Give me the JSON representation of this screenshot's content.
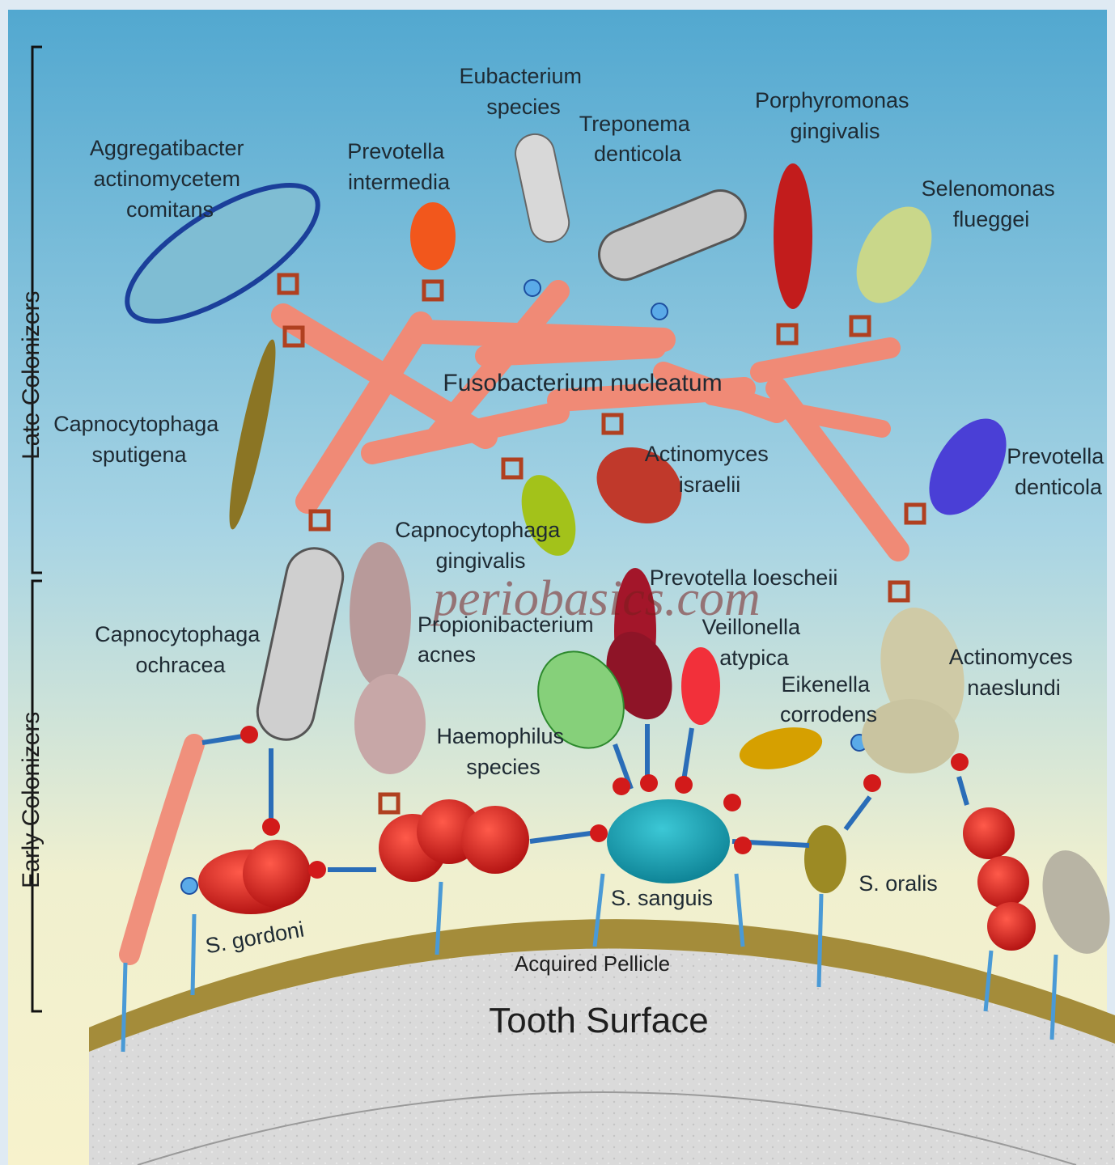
{
  "section_labels": {
    "late": "Late Colonizers",
    "early": "Early Colonizers"
  },
  "surfaces": {
    "pellicle": "Acquired Pellicle",
    "tooth": "Tooth Surface"
  },
  "watermark": "periobasics.com",
  "labels": {
    "aggregatibacter": [
      "Aggregatibacter",
      "actinomycetem",
      "comitans"
    ],
    "prevotella_intermedia": [
      "Prevotella",
      "intermedia"
    ],
    "eubacterium": [
      "Eubacterium",
      "species"
    ],
    "treponema": [
      "Treponema",
      "denticola"
    ],
    "porphyromonas": [
      "Porphyromonas",
      "gingivalis"
    ],
    "selenomonas": [
      "Selenomonas",
      "flueggei"
    ],
    "fusobacterium": [
      "Fusobacterium nucleatum"
    ],
    "capno_sputigena": [
      "Capnocytophaga",
      "sputigena"
    ],
    "actino_israelii": [
      "Actinomyces",
      "israelii"
    ],
    "prevotella_denticola": [
      "Prevotella",
      "denticola"
    ],
    "capno_gingivalis": [
      "Capnocytophaga",
      "gingivalis"
    ],
    "prevotella_loescheii": [
      "Prevotella loescheii"
    ],
    "capno_ochracea": [
      "Capnocytophaga",
      "ochracea"
    ],
    "propionibacterium": [
      "Propionibacterium",
      "acnes"
    ],
    "veillonella": [
      "Veillonella",
      "atypica"
    ],
    "eikenella": [
      "Eikenella",
      "corrodens"
    ],
    "actino_naeslundi": [
      "Actinomyces",
      "naeslundi"
    ],
    "haemophilus": [
      "Haemophilus",
      "species"
    ],
    "s_sanguis": [
      "S. sanguis"
    ],
    "s_oralis": [
      "S. oralis"
    ],
    "s_gordoni": [
      "S. gordoni"
    ]
  },
  "colors": {
    "sky_top": "#5aaed3",
    "sky_bottom": "#f4efc6",
    "pellicle": "#a08a3a",
    "tooth": "#d9d9d9",
    "fusobacterium": "#f0907c",
    "streptococcus": "#d8211e",
    "adhesin": "#b04020",
    "receptor": "#2a4ea0"
  }
}
